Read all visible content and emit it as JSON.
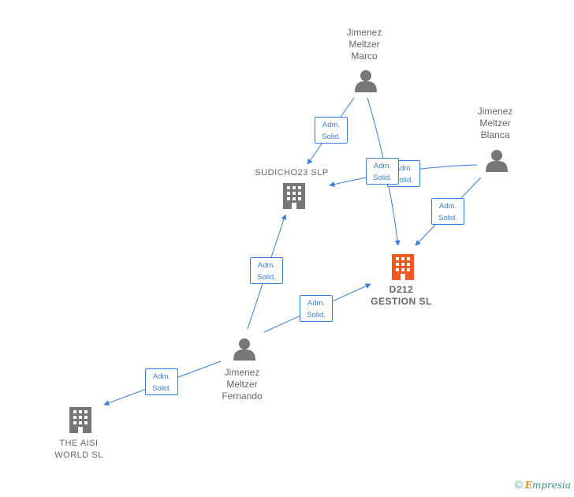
{
  "nodes": {
    "marco": {
      "name": "Jimenez Meltzer Marco",
      "lines": [
        "Jimenez",
        "Meltzer",
        "Marco"
      ]
    },
    "blanca": {
      "name": "Jimenez Meltzer Blanca",
      "lines": [
        "Jimenez",
        "Meltzer",
        "Blanca"
      ]
    },
    "fernando": {
      "name": "Jimenez Meltzer Fernando",
      "lines": [
        "Jimenez",
        "Meltzer",
        "Fernando"
      ]
    },
    "sudicho": {
      "name": "SUDICHO23 SLP",
      "lines": [
        "SUDICHO23  SLP"
      ]
    },
    "d212": {
      "name": "D212 GESTION SL",
      "lines": [
        "D212",
        "GESTION  SL"
      ]
    },
    "aisi": {
      "name": "THE AISI WORLD SL",
      "lines": [
        "THE AISI",
        "WORLD  SL"
      ]
    }
  },
  "edges": [
    {
      "from": "marco",
      "to": "sudicho",
      "label": [
        "Adm.",
        "Solid."
      ]
    },
    {
      "from": "marco",
      "to": "d212",
      "label": [
        "Adm.",
        "Solid."
      ]
    },
    {
      "from": "blanca",
      "to": "sudicho",
      "label": [
        "Adm.",
        "Solid."
      ]
    },
    {
      "from": "blanca",
      "to": "d212",
      "label": [
        "Adm.",
        "Solid."
      ]
    },
    {
      "from": "fernando",
      "to": "sudicho",
      "label": [
        "Adm.",
        "Solid."
      ]
    },
    {
      "from": "fernando",
      "to": "d212",
      "label": [
        "Adm.",
        "Solid."
      ]
    },
    {
      "from": "fernando",
      "to": "aisi",
      "label": [
        "Adm.",
        "Solid."
      ]
    }
  ],
  "colors": {
    "edge": "#3b7fd4",
    "person": "#777777",
    "company": "#777777",
    "highlight": "#f05a22"
  },
  "footer": {
    "copyright": "©",
    "brand_initial": "E",
    "brand_rest": "mpresia"
  }
}
